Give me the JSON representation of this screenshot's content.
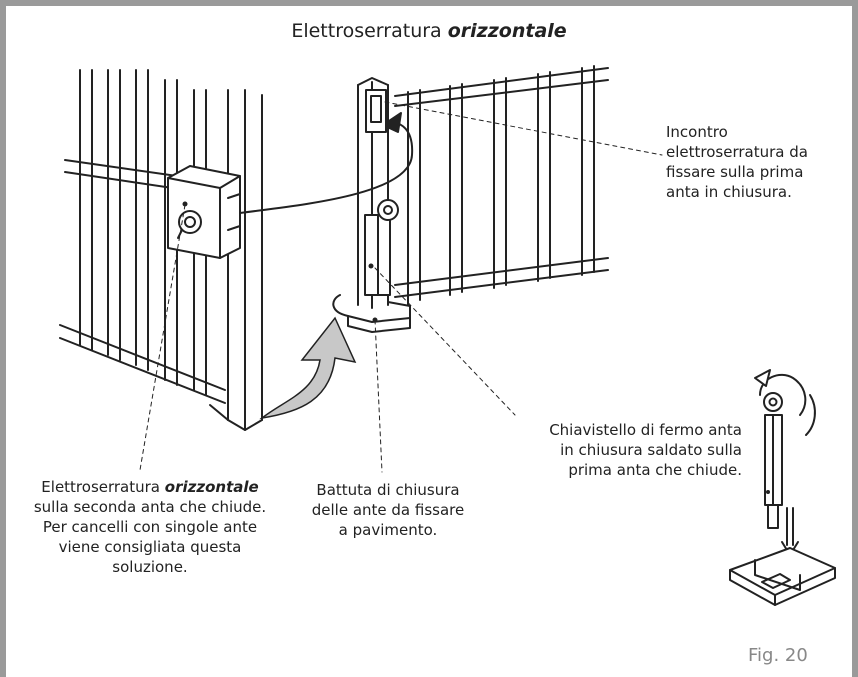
{
  "title": {
    "prefix": "Elettroserratura ",
    "emph": "orizzontale"
  },
  "labels": {
    "incontro": [
      "Incontro",
      "elettroserratura da",
      "fissare sulla prima",
      "anta in chiusura."
    ],
    "chiavistello": [
      "Chiavistello di fermo anta",
      "in chiusura saldato sulla",
      "prima anta che chiude."
    ],
    "elettroserratura": {
      "line1_prefix": "Elettroserratura ",
      "line1_emph": "orizzontale",
      "rest": [
        "sulla seconda anta che chiude.",
        "Per cancelli con singole ante",
        "viene consigliata questa",
        "soluzione."
      ]
    },
    "battuta": [
      "Battuta di chiusura",
      "delle ante da fissare",
      "a pavimento."
    ]
  },
  "figure_label": "Fig. 20",
  "colors": {
    "frame": "#9a9a9a",
    "arrow_fill": "#c8c8c8",
    "line": "#222222",
    "fig_text": "#888888"
  }
}
